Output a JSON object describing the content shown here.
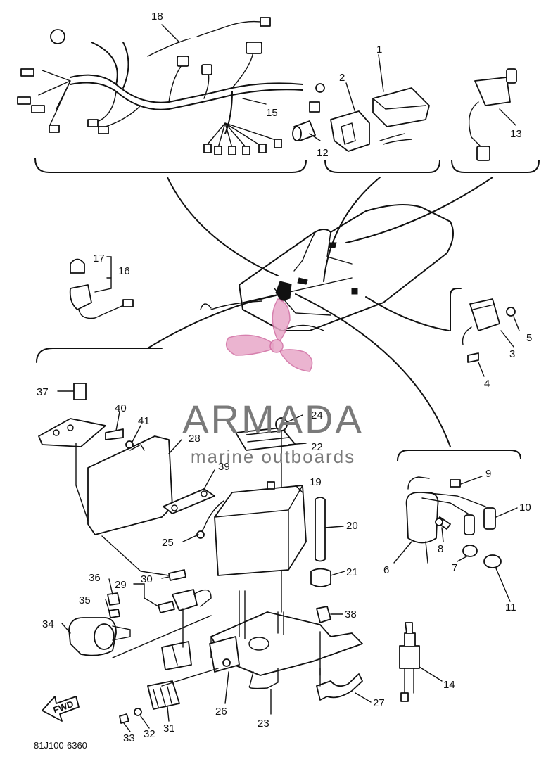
{
  "diagram": {
    "drawing_code": "81J100-6360",
    "fwd_label": "FWD",
    "callouts": [
      "1",
      "2",
      "3",
      "4",
      "5",
      "6",
      "7",
      "8",
      "9",
      "10",
      "11",
      "12",
      "13",
      "14",
      "15",
      "16",
      "17",
      "18",
      "19",
      "20",
      "21",
      "22",
      "23",
      "24",
      "25",
      "26",
      "27",
      "28",
      "29",
      "30",
      "31",
      "32",
      "33",
      "34",
      "35",
      "36",
      "37",
      "38",
      "39",
      "40",
      "41"
    ]
  },
  "watermark": {
    "brand": "ARMADA",
    "tagline": "marine outboards",
    "colors": {
      "logo": "#e8a8c8",
      "text": "#7a7a7a"
    }
  }
}
